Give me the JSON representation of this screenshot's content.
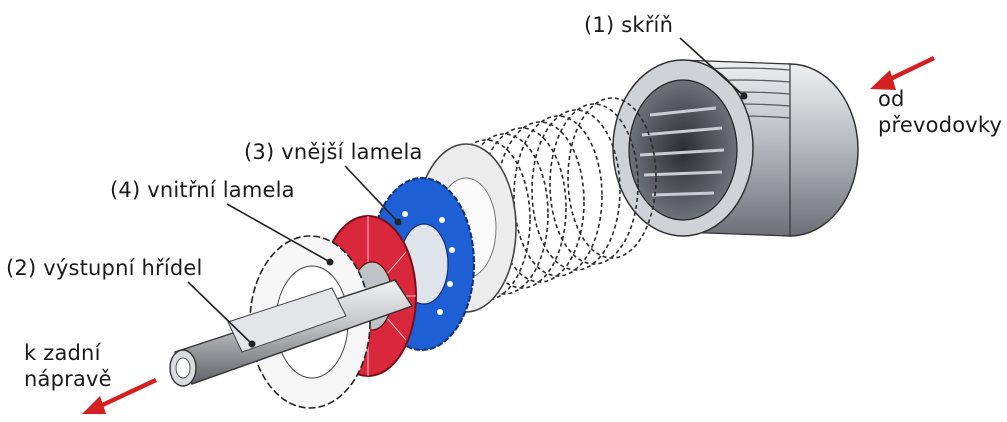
{
  "labels": {
    "housing": "(1) skříň",
    "output_shaft": "(2) výstupní hřídel",
    "outer_plate": "(3) vnější lamela",
    "inner_plate": "(4) vnitřní lamela",
    "input_line1": "od",
    "input_line2": "převodovky",
    "output_line1": "k zadní",
    "output_line2": "nápravě"
  },
  "colors": {
    "outer_plate": "#1f5fd6",
    "inner_plate": "#d9273b",
    "arrow": "#d42020",
    "metal": "#b9bcc1",
    "line": "#222222"
  }
}
